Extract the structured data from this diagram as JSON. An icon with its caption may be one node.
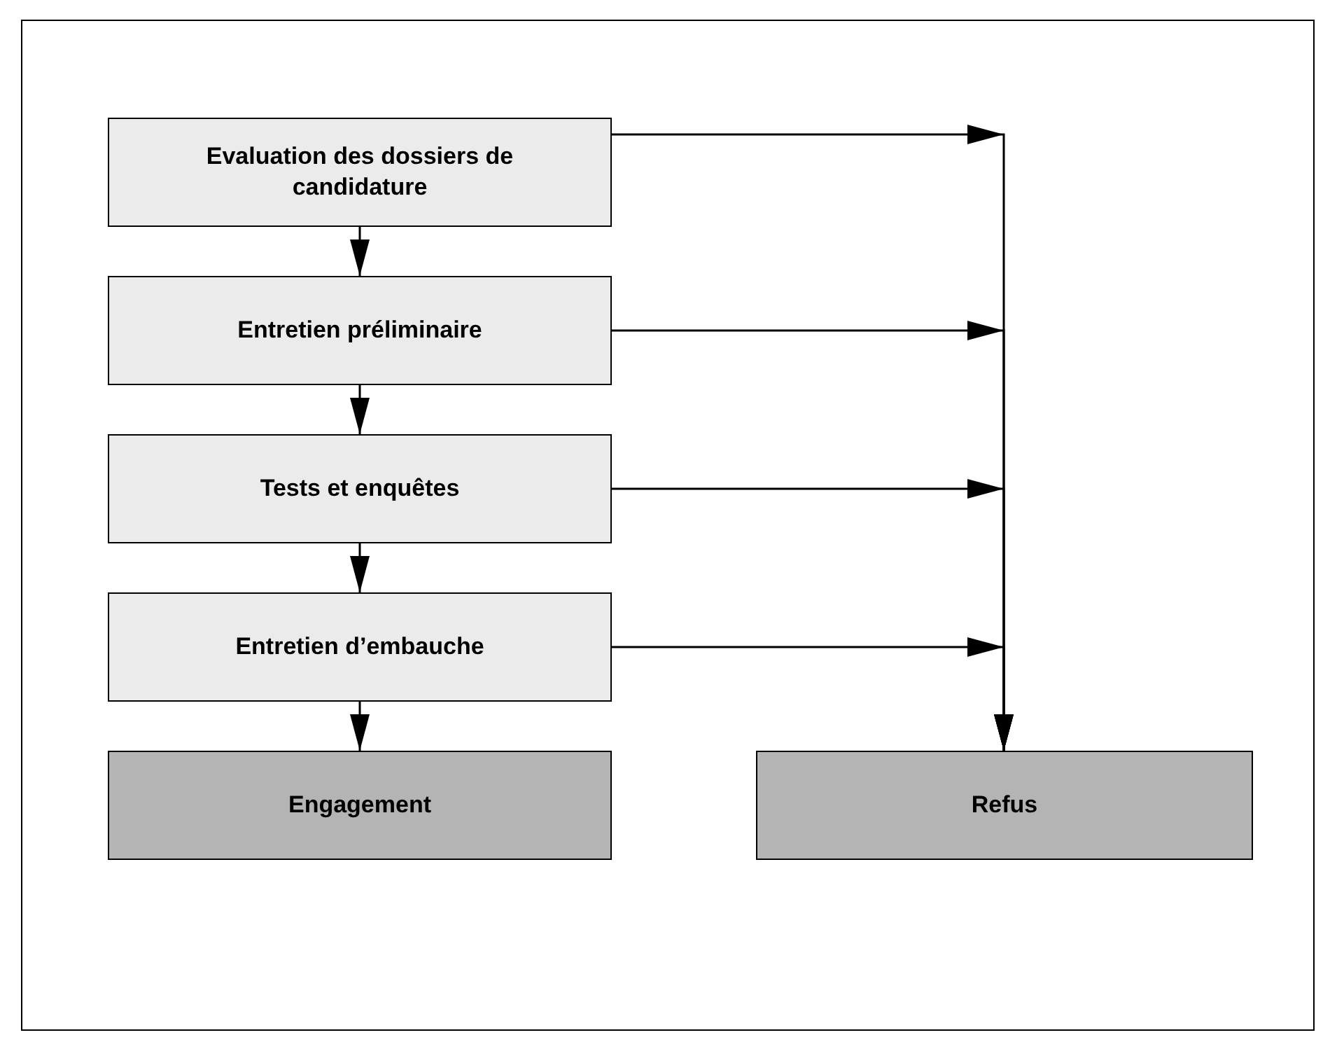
{
  "diagram": {
    "nodes": [
      {
        "text": [
          "Evaluation des dossiers de candidature"
        ]
      },
      {
        "text": [
          "Entretien préliminaire"
        ]
      },
      {
        "text": [
          "Tests et enquêtes"
        ]
      },
      {
        "text": [
          "Entretien d’embauche"
        ]
      },
      {
        "text": [
          "Engagement"
        ]
      },
      {
        "text": [
          "Refus"
        ]
      }
    ],
    "edges": [
      {
        "from": 0,
        "to": 1,
        "arrow": "to"
      },
      {
        "from": 1,
        "to": 2,
        "arrow": "to"
      },
      {
        "from": 2,
        "to": 3,
        "arrow": "to"
      },
      {
        "from": 3,
        "to": 4,
        "arrow": "to"
      },
      {
        "from": 0,
        "to": 5,
        "arrow": "to"
      },
      {
        "from": 1,
        "to": 5,
        "arrow": "to"
      },
      {
        "from": 2,
        "to": 5,
        "arrow": "to"
      },
      {
        "from": 3,
        "to": 5,
        "arrow": "to"
      }
    ]
  }
}
